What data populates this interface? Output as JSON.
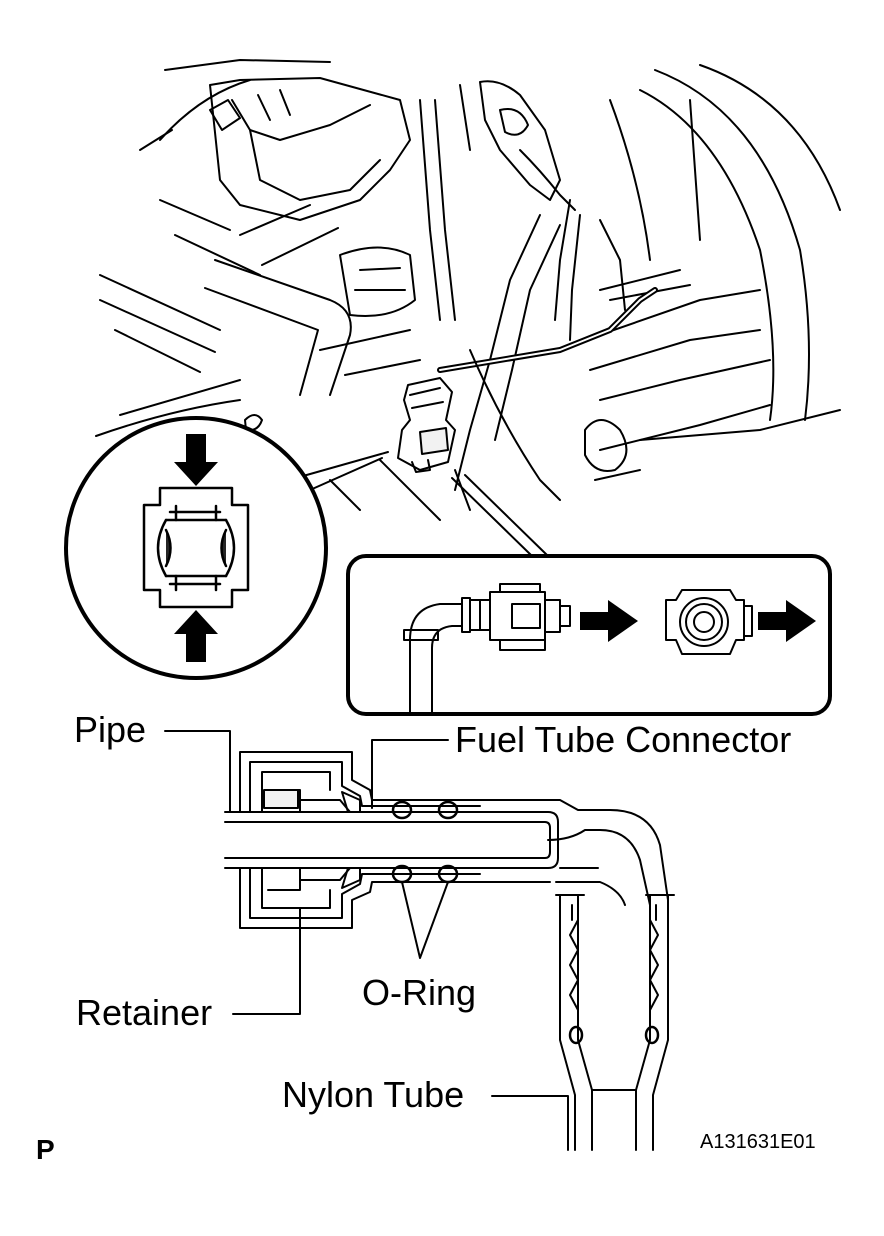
{
  "labels": {
    "pipe": "Pipe",
    "fuel_tube_connector": "Fuel Tube Connector",
    "retainer": "Retainer",
    "o_ring": "O-Ring",
    "nylon_tube": "Nylon Tube"
  },
  "footer": {
    "page_mark": "P",
    "figure_code": "A131631E01"
  }
}
